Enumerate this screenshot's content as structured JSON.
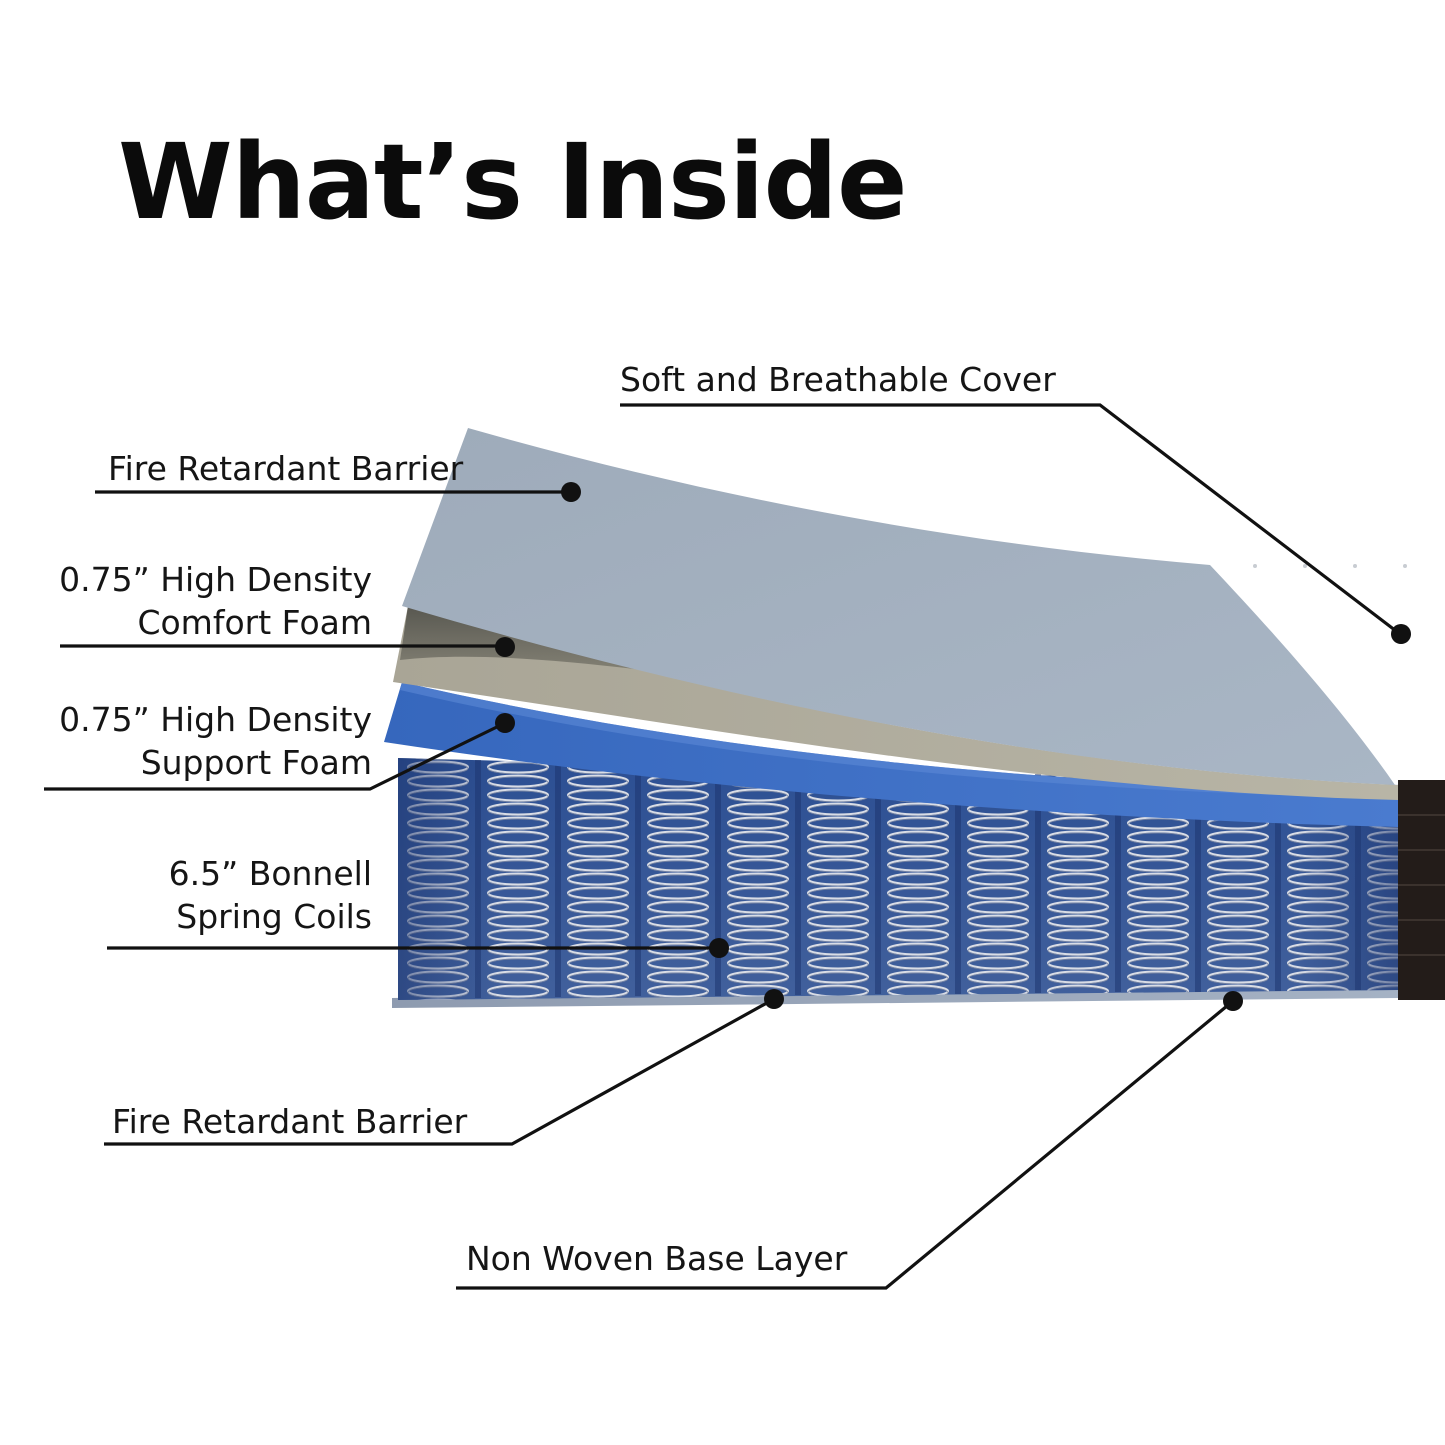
{
  "title": "What’s Inside",
  "callouts": {
    "cover": {
      "text": "Soft and Breathable Cover"
    },
    "top_barrier": {
      "text": "Fire Retardant Barrier"
    },
    "comfort_foam": {
      "line1": "0.75” High Density",
      "line2": "Comfort Foam"
    },
    "support_foam": {
      "line1": "0.75” High Density",
      "line2": "Support Foam"
    },
    "spring_coils": {
      "line1": "6.5” Bonnell",
      "line2": "Spring Coils"
    },
    "bottom_barrier": {
      "text": "Fire Retardant Barrier"
    },
    "base_layer": {
      "text": "Non Woven Base Layer"
    }
  },
  "colors": {
    "barrier_gray_blue": "#a3b0be",
    "comfort_foam_gray": "#a7a391",
    "support_foam_blue": "#3f6fc0",
    "coils_steel": "#8a95b0",
    "base_gray_blue": "#9ba9bc",
    "cover_border_dark": "#231c19",
    "leader_lines": "#111111"
  }
}
